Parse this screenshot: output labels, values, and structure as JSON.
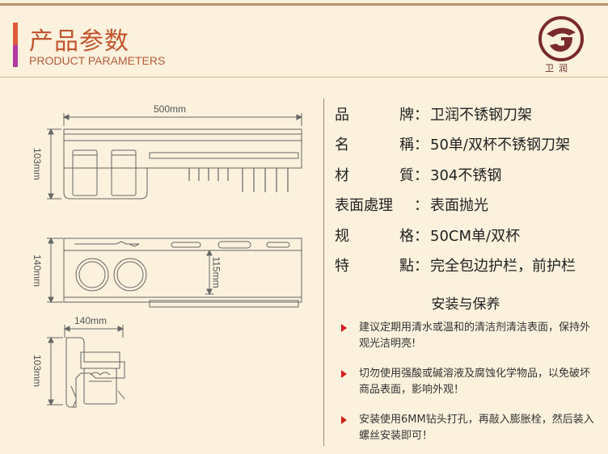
{
  "header": {
    "title_cn": "产品参数",
    "title_en": "PRODUCT PARAMETERS",
    "logo_text": "卫润"
  },
  "drawing": {
    "front_width": "500mm",
    "front_height": "103mm",
    "top_depth": "140mm",
    "inner_depth": "115mm",
    "side_width": "140mm",
    "side_height": "103mm"
  },
  "specs": [
    {
      "label": [
        "品",
        "牌"
      ],
      "value": "卫润不锈钢刀架"
    },
    {
      "label": [
        "名",
        "稱"
      ],
      "value": "50单/双杯不锈钢刀架"
    },
    {
      "label": [
        "材",
        "質"
      ],
      "value": "304不锈钢"
    },
    {
      "label": [
        "表面處理"
      ],
      "value": "表面抛光"
    },
    {
      "label": [
        "规",
        "格"
      ],
      "value": "50CM单/双杯"
    },
    {
      "label": [
        "特",
        "點"
      ],
      "value": "完全包边护栏，前护栏"
    }
  ],
  "care": {
    "title": "安装与保养",
    "items": [
      "建议定期用清水或温和的清洁剂清洁表面，保持外观光洁明亮!",
      "切勿使用强酸或碱溶液及腐蚀化学物品，以免破坏商品表面，影响外观！",
      "安装使用6MM钻头打孔，再敲入膨胀栓，然后装入螺丝安装即可！"
    ]
  },
  "colors": {
    "background": "#fbf1dd",
    "title": "#c2552e",
    "arrow": "#d2201b"
  }
}
